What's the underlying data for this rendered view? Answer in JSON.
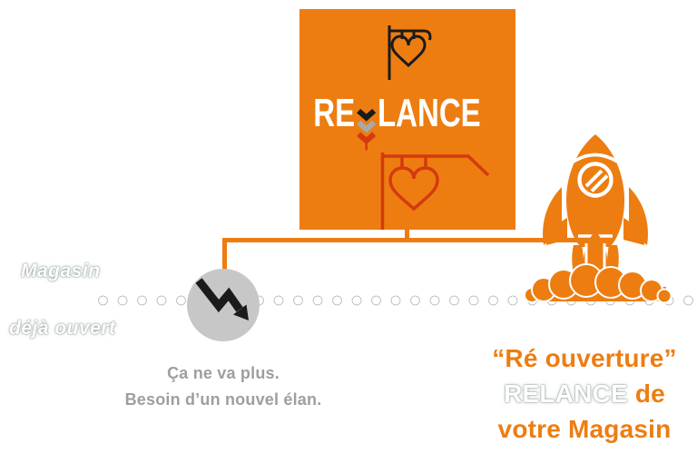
{
  "colors": {
    "background": "#FFFFFF",
    "orange": "#ED7D11",
    "red": "#D43A10",
    "black": "#1B1B1B",
    "silver": "#A9A9A9",
    "circle_gray": "#C7C7C7",
    "caption_gray": "#9E9E9E",
    "white": "#FFFFFF"
  },
  "logo_card": {
    "brand_prefix": "RE",
    "brand_suffix": "LANCE",
    "icons": {
      "top": "hanging-heart-shop-sign-icon-black",
      "middle": "triple-chevron-down-icon",
      "bottom": "hanging-heart-shop-sign-icon-red"
    }
  },
  "left_labels": {
    "line1": "Magasin",
    "line2": "déjà ouvert"
  },
  "decline": {
    "icon": "downtrend-arrow-icon",
    "caption_line1": "Ça ne va plus.",
    "caption_line2": "Besoin d’un nouvel élan."
  },
  "timeline": {
    "style": "white-dotted-line"
  },
  "relaunch": {
    "icon": "rocket-launch-icon",
    "line1": "“Ré ouverture”",
    "line2_emphasis": "RELANCE",
    "line2_rest": " de",
    "line3": "votre Magasin"
  }
}
